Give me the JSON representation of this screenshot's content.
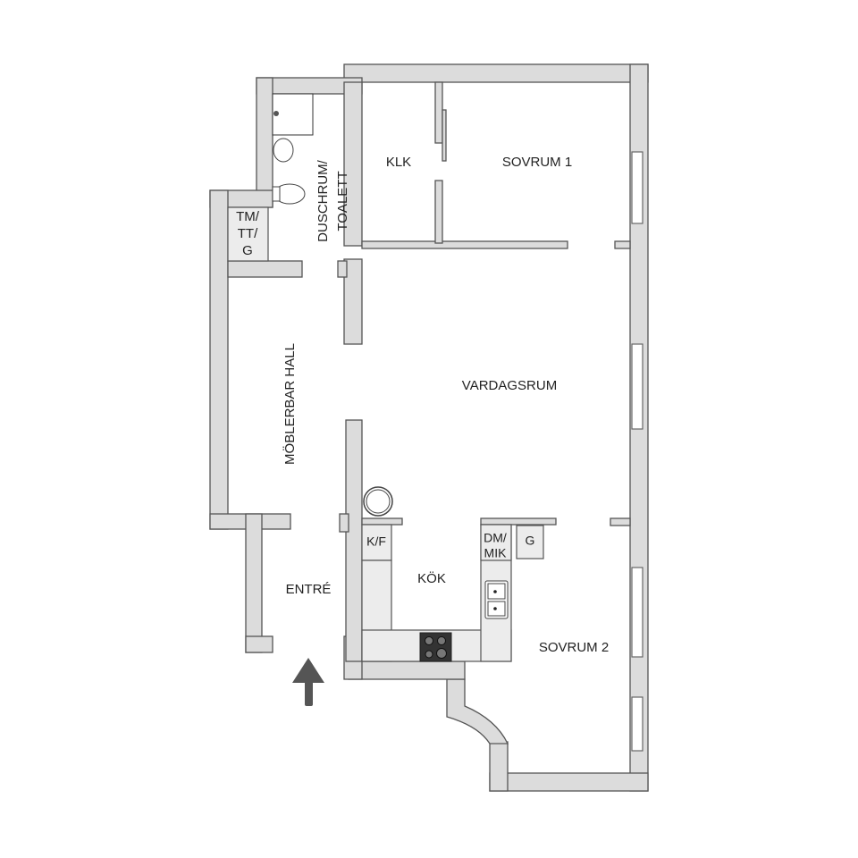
{
  "floorplan": {
    "rooms": {
      "klk": "KLK",
      "sovrum1": "SOVRUM 1",
      "duschrum_line1": "DUSCHRUM/",
      "duschrum_line2": "TOALETT",
      "tm_line1": "TM/",
      "tm_line2": "TT/",
      "tm_line3": "G",
      "hall": "MÖBLERBAR HALL",
      "vardagsrum": "VARDAGSRUM",
      "kf": "K/F",
      "dm_line1": "DM/",
      "dm_line2": "MIK",
      "g": "G",
      "kok": "KÖK",
      "entre": "ENTRÉ",
      "sovrum2": "SOVRUM 2"
    },
    "icons": [
      "entrance-arrow-icon",
      "stove-icon",
      "sink-icon",
      "toilet-icon",
      "washbasin-icon",
      "shower-icon",
      "boiler-icon"
    ],
    "colors": {
      "wall": "#dcdcdc",
      "outline": "#555555",
      "arrow": "#555555",
      "stove": "#333333"
    }
  }
}
